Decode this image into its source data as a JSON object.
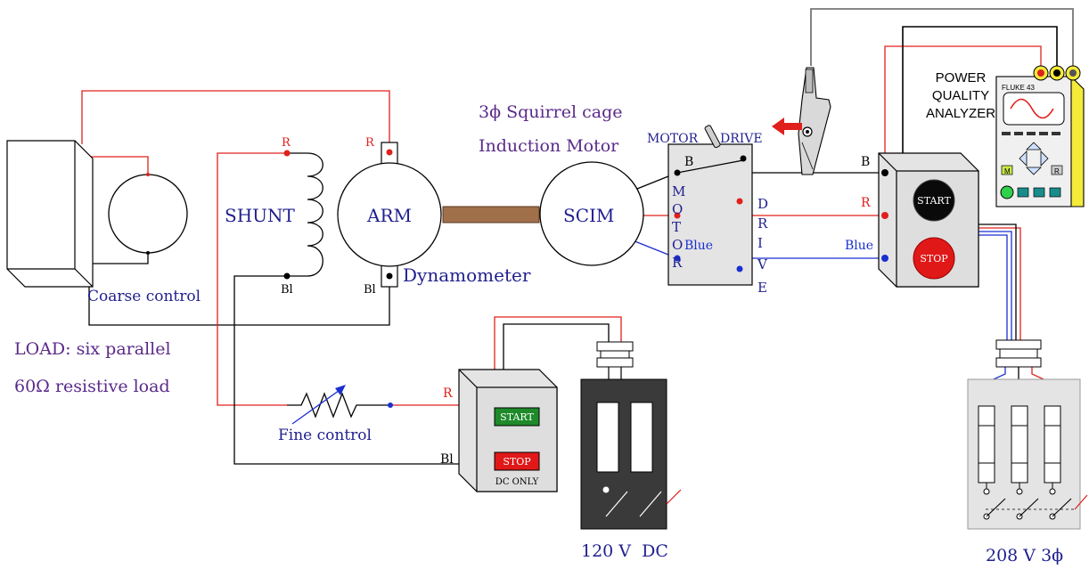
{
  "labels": {
    "coarse_control": "Coarse control",
    "load_line1": "LOAD: six parallel",
    "load_line2": "60Ω resistive load",
    "shunt": "SHUNT",
    "arm": "ARM",
    "dynamometer": "Dynamometer",
    "scim": "SCIM",
    "motor_title_line1": "3ϕ Squirrel cage",
    "motor_title_line2": "Induction Motor",
    "switch_motor": "MOTOR",
    "switch_drive": "DRIVE",
    "motor_letters": [
      "M",
      "O",
      "T",
      "O",
      "R"
    ],
    "drive_letters": [
      "D",
      "R",
      "I",
      "V",
      "E"
    ],
    "fine_control": "Fine control",
    "dc_start": "START",
    "dc_stop": "STOP",
    "dc_only": "DC ONLY",
    "ac_start": "START",
    "ac_stop": "STOP",
    "pqa_line1": "POWER",
    "pqa_line2": "QUALITY",
    "pqa_line3": "ANALYZER",
    "fluke_model": "FLUKE 43",
    "fluke_m": "M",
    "fluke_r": "R",
    "supply_dc": "120 V  DC",
    "supply_ac": "208 V 3ϕ"
  },
  "wire_tags": {
    "shunt_top": "R",
    "shunt_bottom": "Bl",
    "arm_top": "R",
    "arm_bottom": "Bl",
    "switch_b": "B",
    "switch_blue": "Blue",
    "starter_b": "B",
    "starter_r": "R",
    "starter_blue": "Blue",
    "dc_r": "R",
    "dc_bl": "Bl"
  },
  "colors": {
    "red_wire": "#e0201c",
    "blue_wire": "#1a2fd0",
    "black_wire": "#000000",
    "label_blue": "#1f1f8f",
    "label_purple": "#5a2a8a",
    "box_gray": "#e4e4e4",
    "coupling": "#a0704a",
    "analyzer_yellow": "#f4ea3a",
    "dc_supply": "#3a3a3a",
    "start_green": "#1e8a2a",
    "stop_red": "#e01818"
  }
}
